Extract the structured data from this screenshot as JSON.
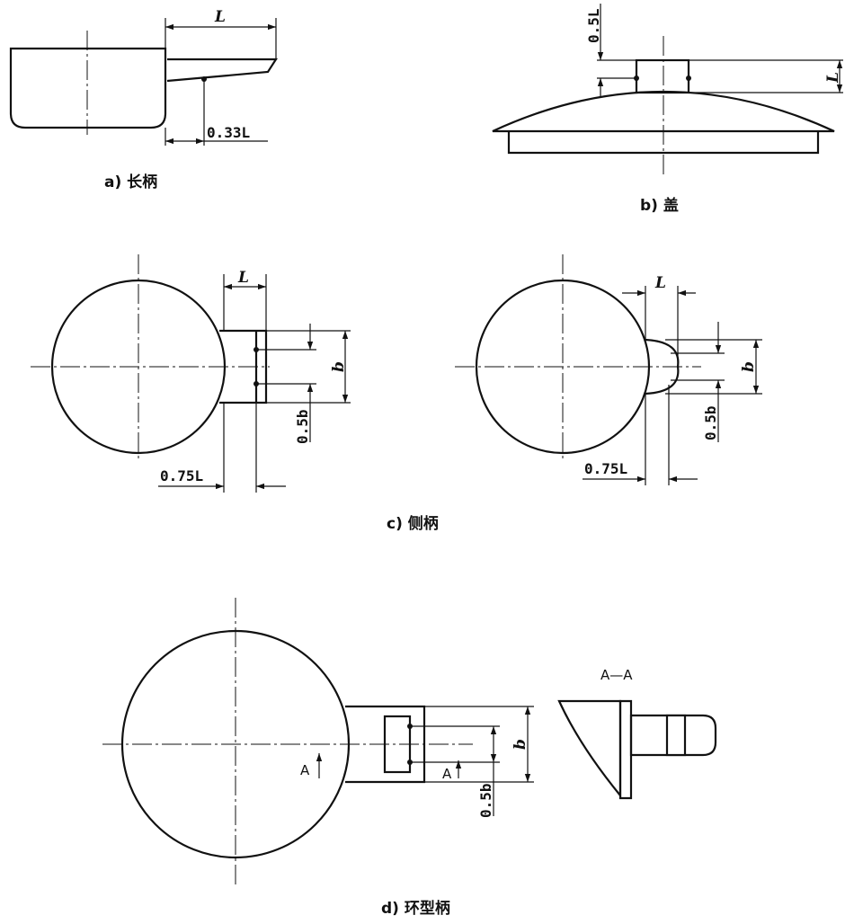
{
  "captions": {
    "a": "a)  长柄",
    "b": "b)  盖",
    "c": "c)  侧柄",
    "d": "d)  环型柄"
  },
  "dims": {
    "L": "L",
    "b": "b",
    "half_L": "0.5L",
    "zero33L": "0.33L",
    "zero75L": "0.75L",
    "half_b": "0.5b"
  },
  "section": {
    "title": "A—A",
    "marker": "A"
  }
}
